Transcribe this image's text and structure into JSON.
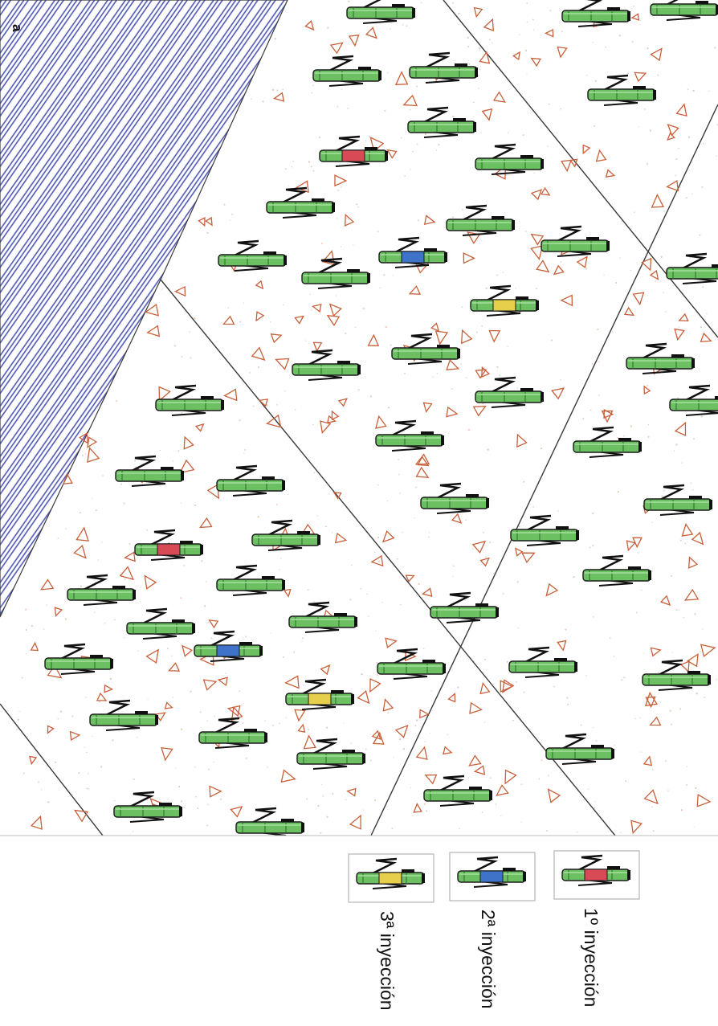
{
  "panel_label": "a",
  "colors": {
    "background": "#ffffff",
    "hatch_stripes": "#4f57b0",
    "fault_lines": "#3a3a3a",
    "tube_green": "#6cc062",
    "tube_outline": "#1a1a1a",
    "triangles": "#c8603a",
    "injection_1": "#d84a55",
    "injection_2": "#3f73c9",
    "injection_3": "#e6cf4a",
    "legend_border": "#b5b5b5"
  },
  "legend": [
    {
      "label": "1º inyección",
      "color_key": "injection_1"
    },
    {
      "label": "2ª inyección",
      "color_key": "injection_2"
    },
    {
      "label": "3ª inyección",
      "color_key": "injection_3"
    }
  ]
}
